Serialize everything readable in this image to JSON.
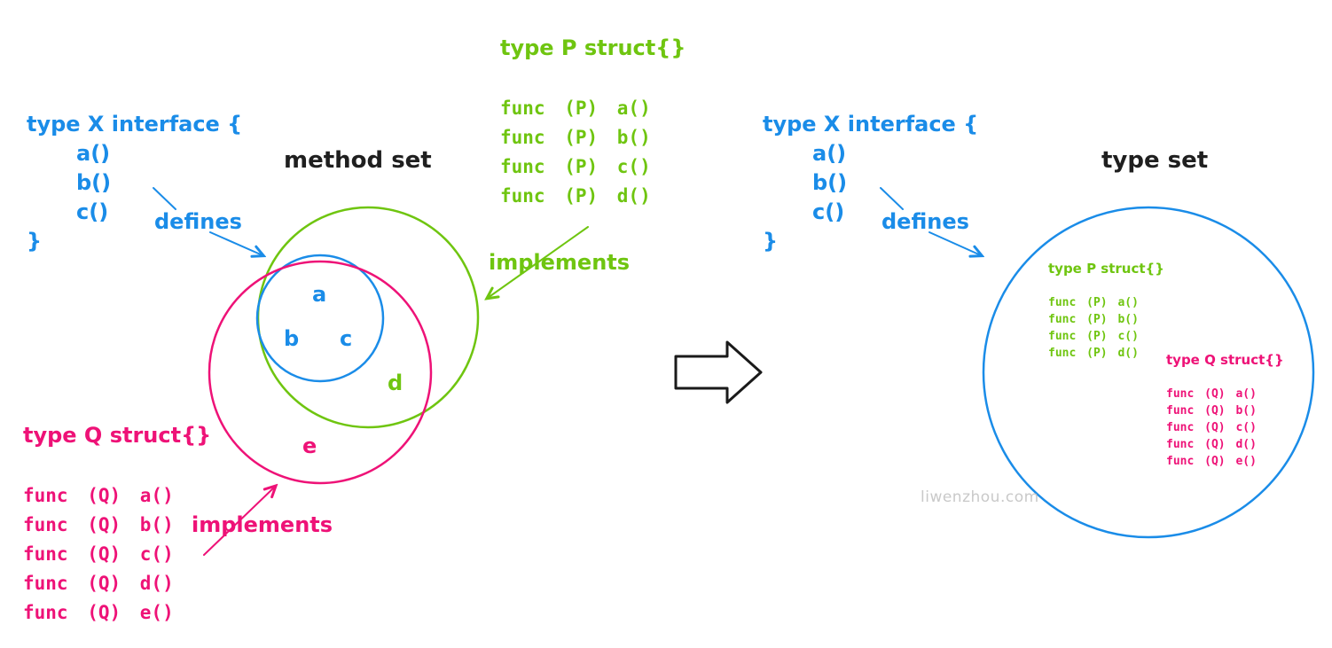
{
  "colors": {
    "blue": "#1a8ce8",
    "green": "#6fc510",
    "pink": "#ee1277",
    "ink": "#1f1f1f",
    "watermark": "#c9c9c9"
  },
  "left": {
    "title": "method set",
    "interface": {
      "open": "type X interface {",
      "methods": [
        "a()",
        "b()",
        "c()"
      ],
      "close": "}"
    },
    "defines_label": "defines",
    "p": {
      "title": "type P struct{}",
      "funcs": [
        "func (P) a()",
        "func (P) b()",
        "func (P) c()",
        "func (P) d()"
      ],
      "implements_label": "implements"
    },
    "q": {
      "title": "type Q struct{}",
      "funcs": [
        "func (Q) a()",
        "func (Q) b()",
        "func (Q) c()",
        "func (Q) d()",
        "func (Q) e()"
      ],
      "implements_label": "implements"
    },
    "venn": {
      "members": [
        "a",
        "b",
        "c",
        "d",
        "e"
      ]
    }
  },
  "right": {
    "title": "type set",
    "interface": {
      "open": "type X interface {",
      "methods": [
        "a()",
        "b()",
        "c()"
      ],
      "close": "}"
    },
    "defines_label": "defines",
    "p": {
      "title": "type P struct{}",
      "funcs": [
        "func (P) a()",
        "func (P) b()",
        "func (P) c()",
        "func (P) d()"
      ]
    },
    "q": {
      "title": "type Q struct{}",
      "funcs": [
        "func (Q) a()",
        "func (Q) b()",
        "func (Q) c()",
        "func (Q) d()",
        "func (Q) e()"
      ]
    },
    "watermark": "liwenzhou.com"
  }
}
